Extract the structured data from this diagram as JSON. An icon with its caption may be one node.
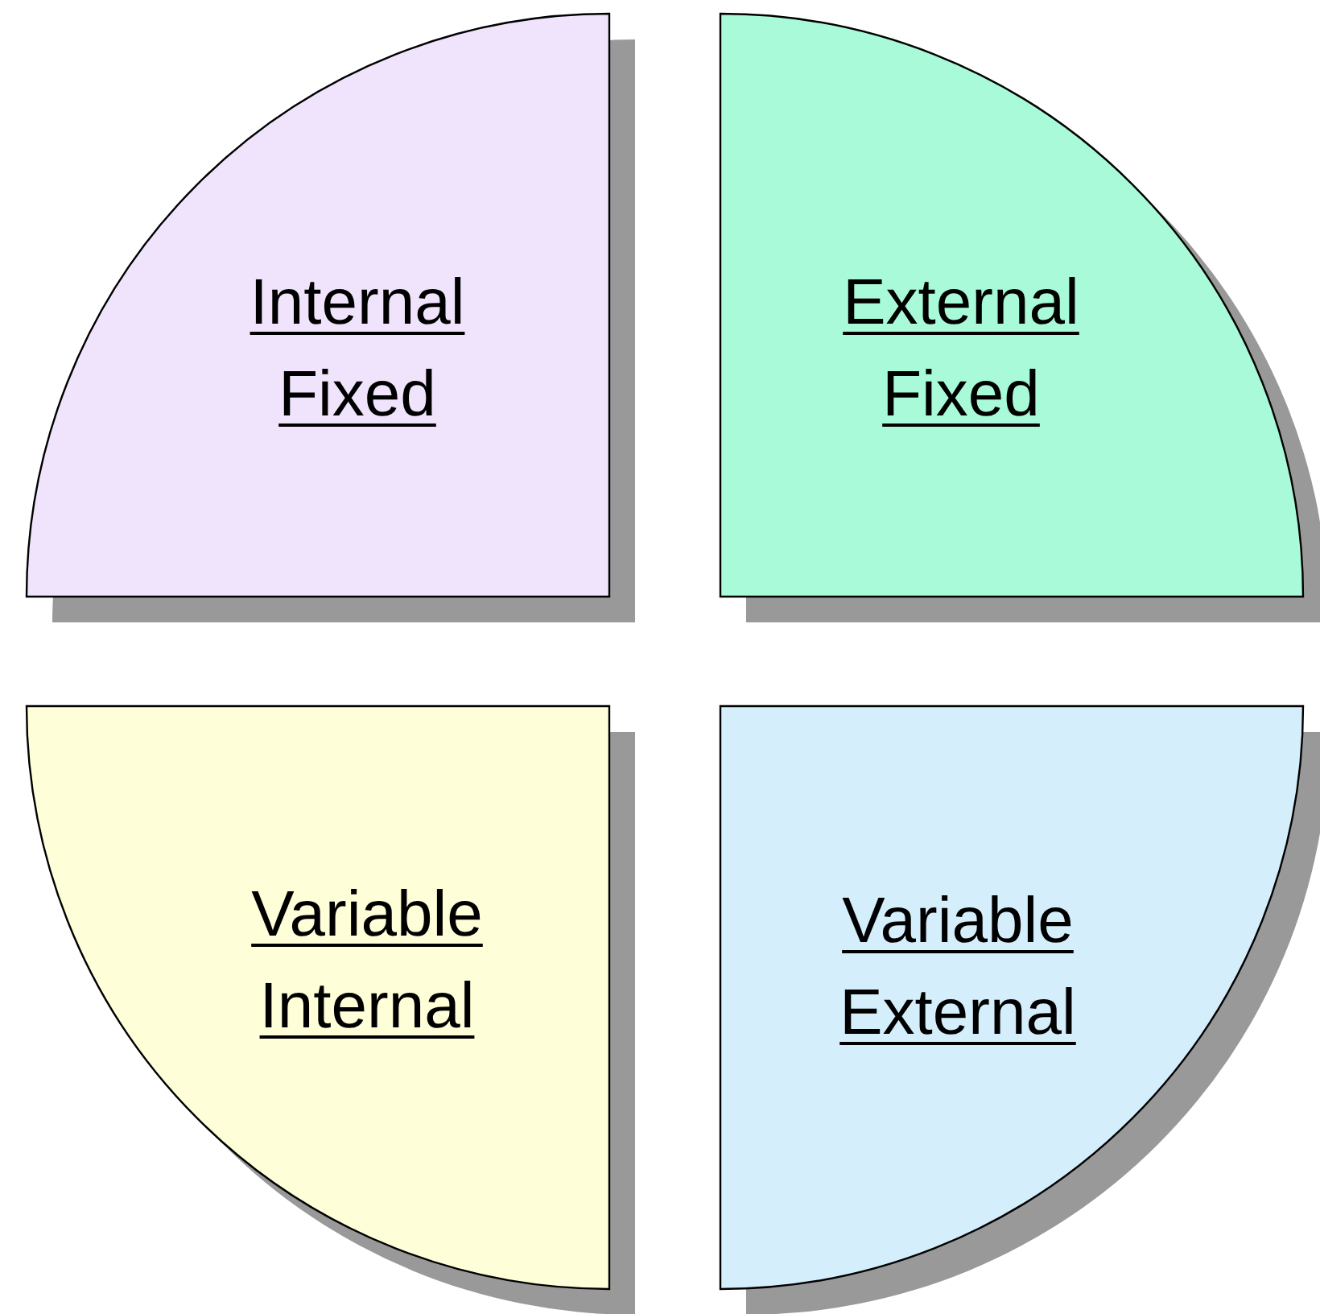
{
  "diagram": {
    "nodes": [
      {
        "text": [
          "Internal Fixed"
        ]
      },
      {
        "text": [
          "External Fixed"
        ]
      },
      {
        "text": [
          "Variable Internal"
        ]
      },
      {
        "text": [
          "Variable External"
        ]
      }
    ]
  }
}
